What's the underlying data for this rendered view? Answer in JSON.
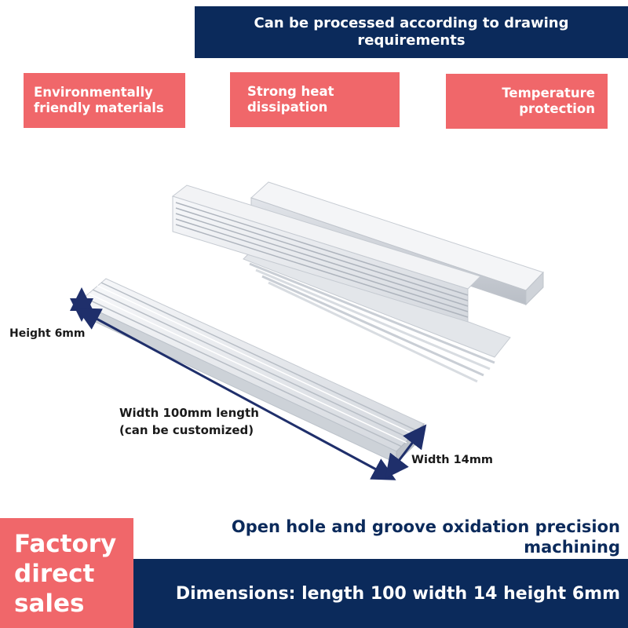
{
  "top_banner": {
    "line1": "Can be processed according to drawing",
    "line2": "requirements"
  },
  "tags": [
    {
      "line1": "Environmentally",
      "line2": "friendly materials"
    },
    {
      "line1": "Strong heat",
      "line2": "dissipation"
    },
    {
      "line1": "Temperature",
      "line2": "protection"
    }
  ],
  "dimensions": {
    "height": "Height 6mm",
    "width_line1": "Width 100mm length",
    "width_line2": "(can be customized)",
    "width14": "Width 14mm"
  },
  "factory": {
    "line1": "Factory",
    "line2": "direct",
    "line3": "sales"
  },
  "caption": {
    "line1": "Open hole and groove oxidation precision",
    "line2": "machining"
  },
  "bottom_bar": "Dimensions: length 100 width 14 height 6mm",
  "colors": {
    "navy": "#0b2a5b",
    "coral": "#f0676a",
    "arrow": "#1f2f6b",
    "aluminum": "#e9ebee"
  }
}
